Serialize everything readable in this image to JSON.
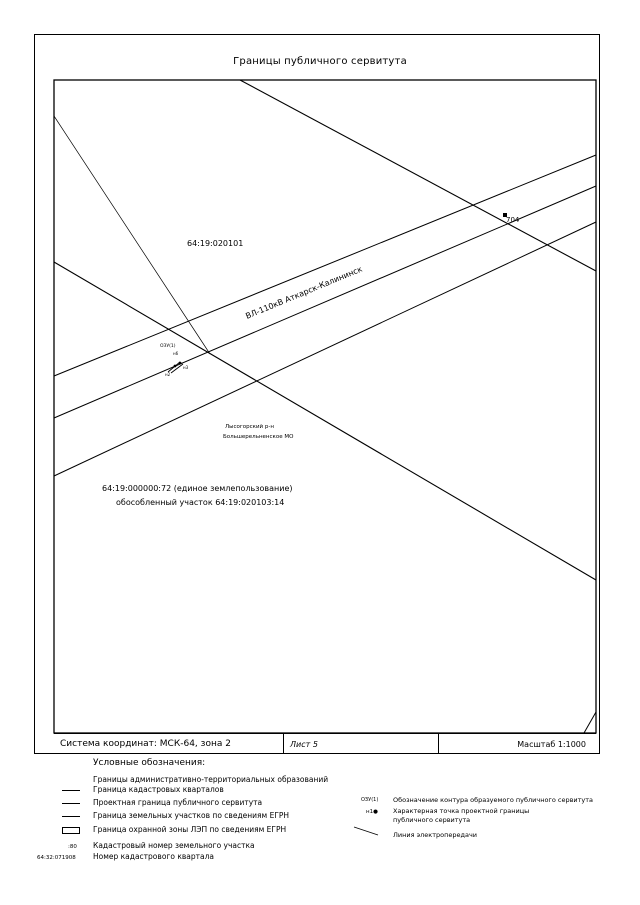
{
  "title": "Границы публичного сервитута",
  "map": {
    "quarter_label": "64:19:020101",
    "line_label": "ВЛ-110кВ Аткарск-Калининск",
    "point_label": "704",
    "contour_label": "ОЗУ(1)",
    "point_tags": [
      "н6",
      "н2",
      "н3"
    ],
    "district_label_line1": "Лысогорский р-н",
    "district_label_line2": "Большерельненское МО",
    "parcel_label_line1": "64:19:000000:72 (единое землепользование)",
    "parcel_label_line2": "обособленный участок 64:19:020103:14"
  },
  "footer": {
    "coord_system": "Система координат: МСК-64, зона 2",
    "sheet": "Лист 5",
    "scale": "Масштаб 1:1000"
  },
  "legend": {
    "title": "Условные обозначения:",
    "left_items": [
      "Границы административно-территориальных образований",
      "Граница кадастровых кварталов",
      "Проектная граница публичного сервитута",
      "Граница земельных участков по сведениям ЕГРН",
      "Граница охранной зоны ЛЭП по сведениям ЕГРН",
      "Кадастровый номер земельного участка",
      "Номер кадастрового квартала"
    ],
    "cad_number_symbol": ":80",
    "quarter_number_symbol": "64:32:071908",
    "right_items": [
      "Обозначение контура образуемого публичного сервитута",
      "Характерная точка проектной границы",
      "публичного сервитута",
      "Линия электропередачи"
    ],
    "contour_symbol": "ОЗУ(1)",
    "point_symbol": "н1●"
  }
}
